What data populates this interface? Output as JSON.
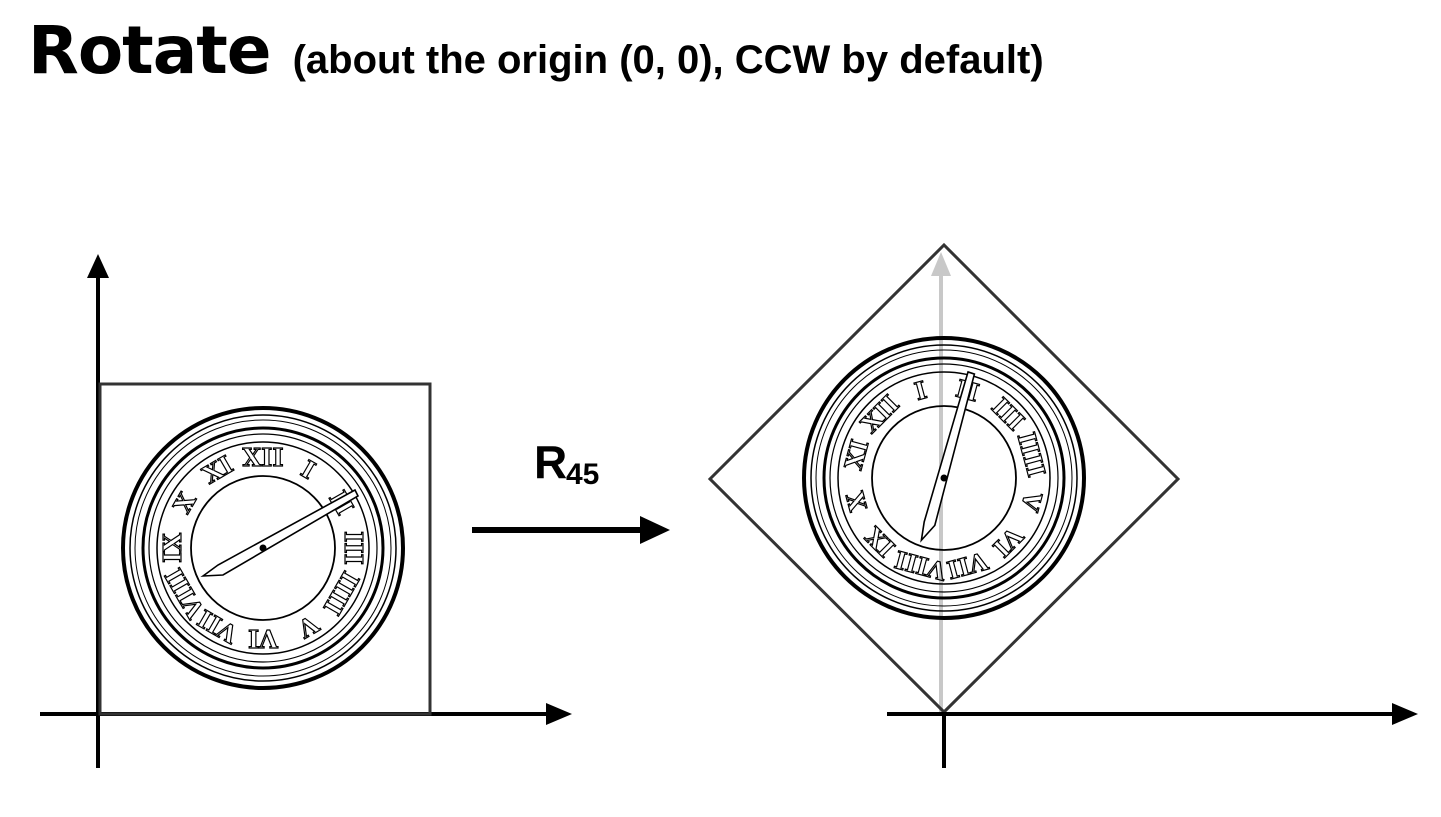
{
  "title": {
    "main": "Rotate",
    "subtitle": "(about the origin (0, 0), CCW by default)"
  },
  "operation": {
    "symbol": "R",
    "subscript": "45",
    "rotation_degrees": 45,
    "direction": "counter-clockwise"
  },
  "clock": {
    "numerals": [
      "XII",
      "I",
      "II",
      "III",
      "IIII",
      "V",
      "VI",
      "VII",
      "VIII",
      "IX",
      "X",
      "XI"
    ]
  },
  "colors": {
    "ink": "#000000",
    "frame": "#333333",
    "ghost_axis": "#c8c8c8",
    "background": "#ffffff"
  },
  "icons": {
    "axis": "arrow-icon",
    "transform": "right-arrow-icon",
    "image": "clock-icon"
  }
}
